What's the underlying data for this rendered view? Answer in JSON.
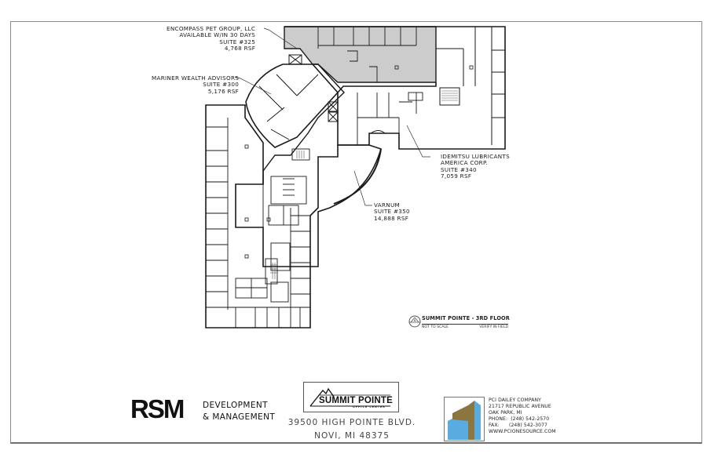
{
  "sheet": {
    "title": "Summit Pointe - 3rd Floor",
    "note_left": "NOT TO SCALE",
    "note_right": "VERIFY IN FIELD",
    "north_label": "N"
  },
  "suites": [
    {
      "tenant": "ENCOMPASS PET GROUP, LLC",
      "status": "AVAILABLE W/IN 30 DAYS",
      "suite": "SUITE #325",
      "area": "4,768 RSF",
      "highlighted": true
    },
    {
      "tenant": "MARINER WEALTH ADVISORS",
      "suite": "SUITE #300",
      "area": "5,176 RSF",
      "highlighted": false
    },
    {
      "tenant_line1": "IDEMITSU LUBRICANTS",
      "tenant_line2": "AMERICA CORP.",
      "suite": "SUITE #340",
      "area": "7,059 RSF",
      "highlighted": false
    },
    {
      "tenant": "VARNUM",
      "suite": "SUITE #350",
      "area": "14,888 RSF",
      "highlighted": false
    }
  ],
  "floor_title": "SUMMIT POINTE - 3RD FLOOR",
  "colors": {
    "available_fill": "#cccccc",
    "wall": "#1a1a1a",
    "pci_blue": "#5aabe0",
    "pci_gold": "#8c7640"
  },
  "footer": {
    "rsm": {
      "logo": "RSM",
      "line1": "DEVELOPMENT",
      "line2": "& MANAGEMENT"
    },
    "summit": {
      "name": "SUMMIT POINTE",
      "sub": "OFFICE CENTER",
      "address_line1": "39500 HIGH POINTE BLVD.",
      "address_line2": "NOVI, MI 48375"
    },
    "pci": {
      "company": "PCI DAILEY COMPANY",
      "street": "21717 REPUBLIC AVENUE",
      "city": "OAK PARK, MI",
      "phone": "PHONE:  (248) 542-2570",
      "fax": "FAX:      (248) 542-3077",
      "web": "WWW.PCIONESOURCE.COM"
    }
  }
}
